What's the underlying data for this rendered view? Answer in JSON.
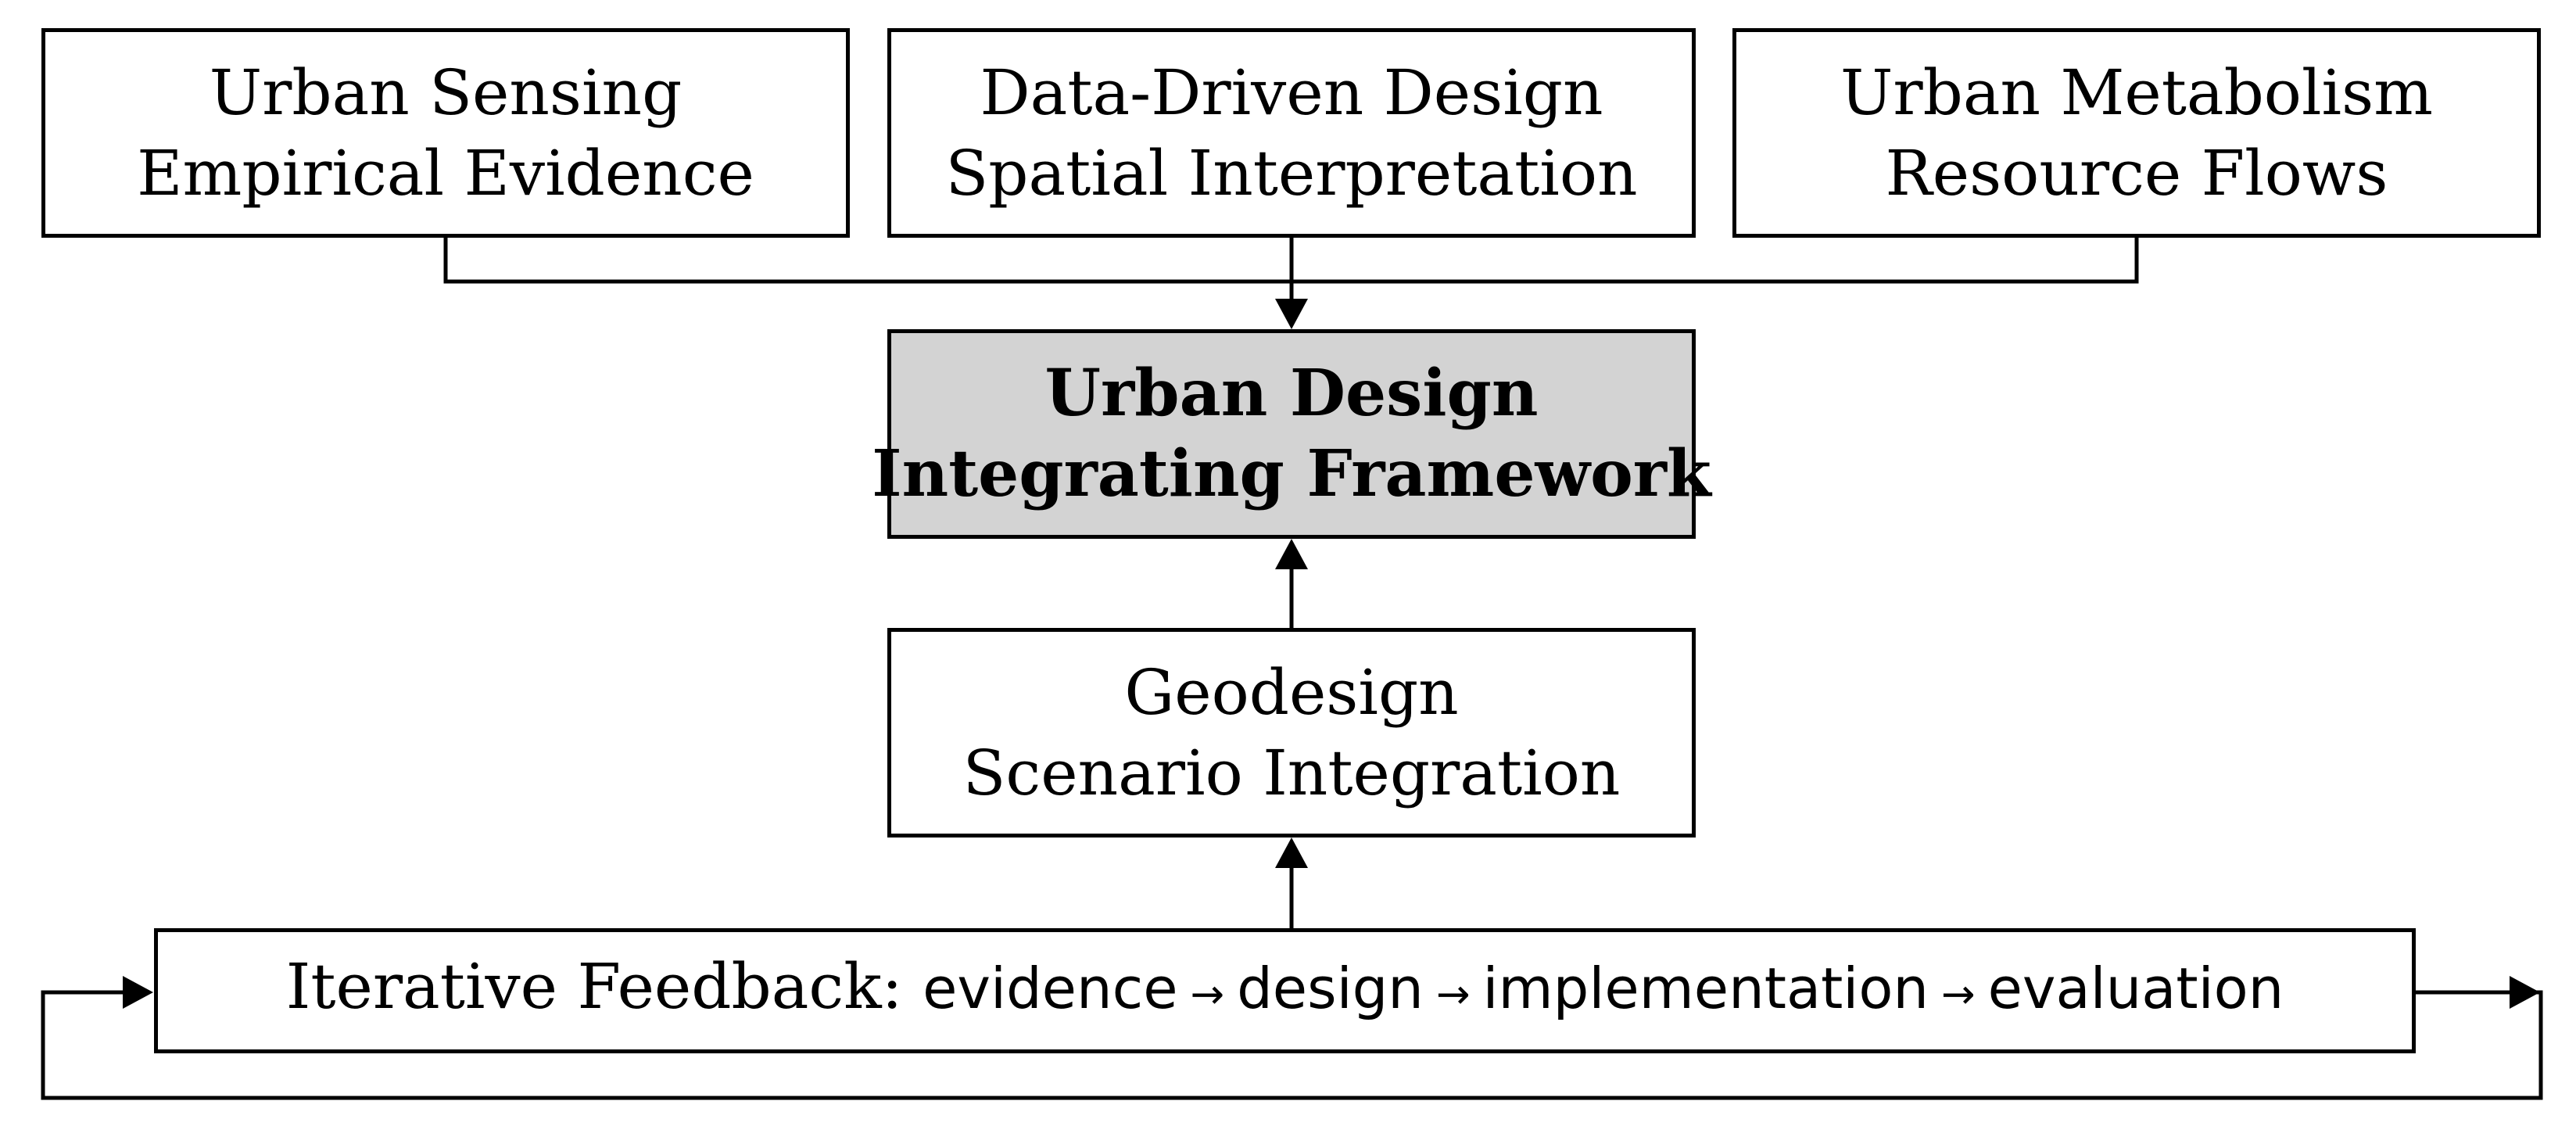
{
  "diagram": {
    "top_boxes": [
      {
        "line1": "Urban Sensing",
        "line2": "Empirical Evidence"
      },
      {
        "line1": "Data-Driven Design",
        "line2": "Spatial Interpretation"
      },
      {
        "line1": "Urban Metabolism",
        "line2": "Resource Flows"
      }
    ],
    "framework": {
      "line1": "Urban Design",
      "line2": "Integrating Framework"
    },
    "geodesign": {
      "line1": "Geodesign",
      "line2": "Scenario Integration"
    },
    "feedback": {
      "prefix": "Iterative Feedback: ",
      "steps": [
        "evidence",
        "design",
        "implementation",
        "evaluation"
      ],
      "separator": "→"
    },
    "colors": {
      "framework_fill": "#d3d3d3",
      "stroke": "#000000"
    }
  }
}
